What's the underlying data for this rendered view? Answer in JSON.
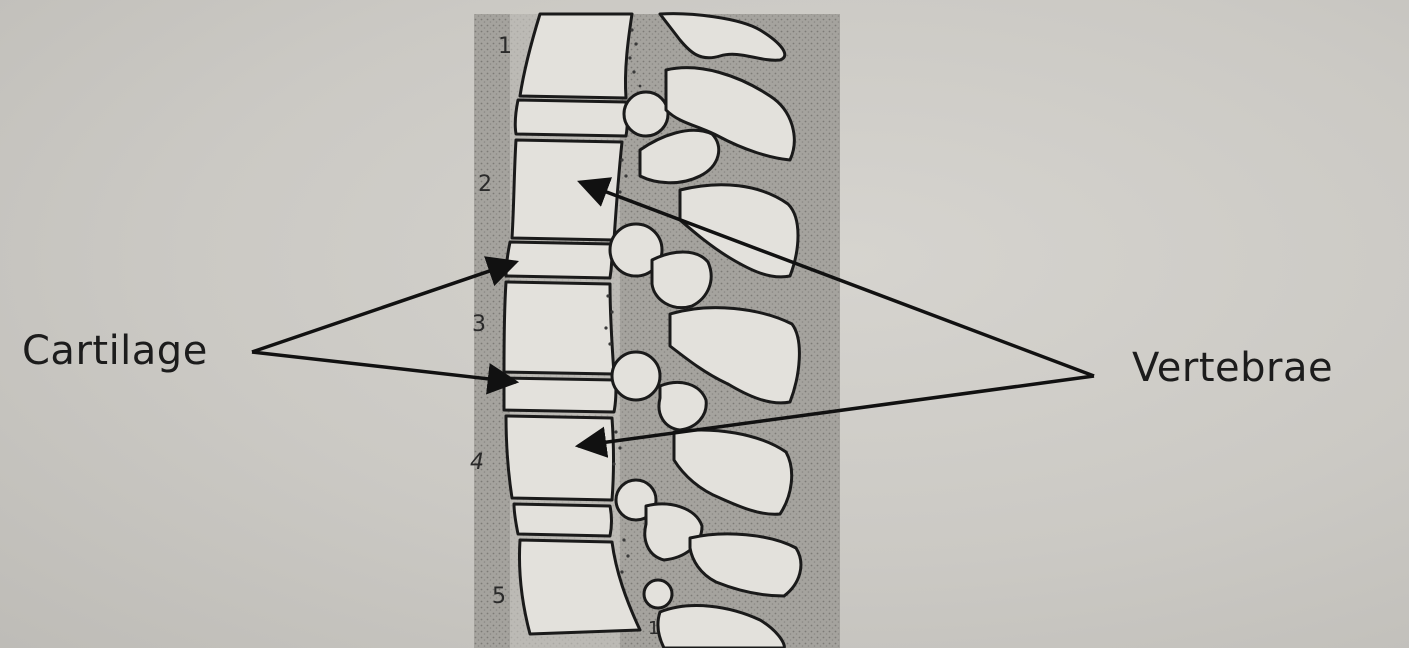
{
  "labels": {
    "cartilage": "Cartilage",
    "vertebrae": "Vertebrae"
  },
  "vertebra_numbers": [
    "1",
    "2",
    "3",
    "4",
    "5"
  ],
  "sacral_number": "1"
}
